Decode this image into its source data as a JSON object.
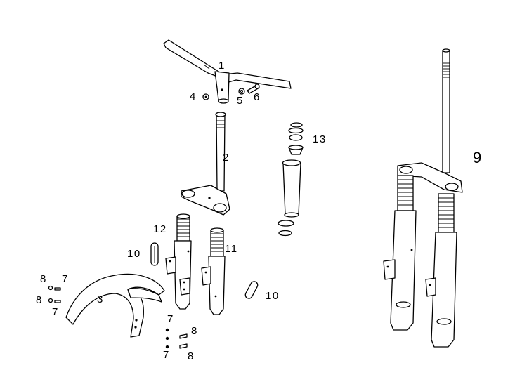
{
  "diagram": {
    "callouts": {
      "c1": "1",
      "c2": "2",
      "c3": "3",
      "c4": "4",
      "c5": "5",
      "c6": "6",
      "c7a": "7",
      "c7b": "7",
      "c7c": "7",
      "c7d": "7",
      "c8a": "8",
      "c8b": "8",
      "c8c": "8",
      "c8d": "8",
      "c9": "9",
      "c10a": "10",
      "c10b": "10",
      "c11": "11",
      "c12": "12",
      "c13": "13"
    }
  }
}
